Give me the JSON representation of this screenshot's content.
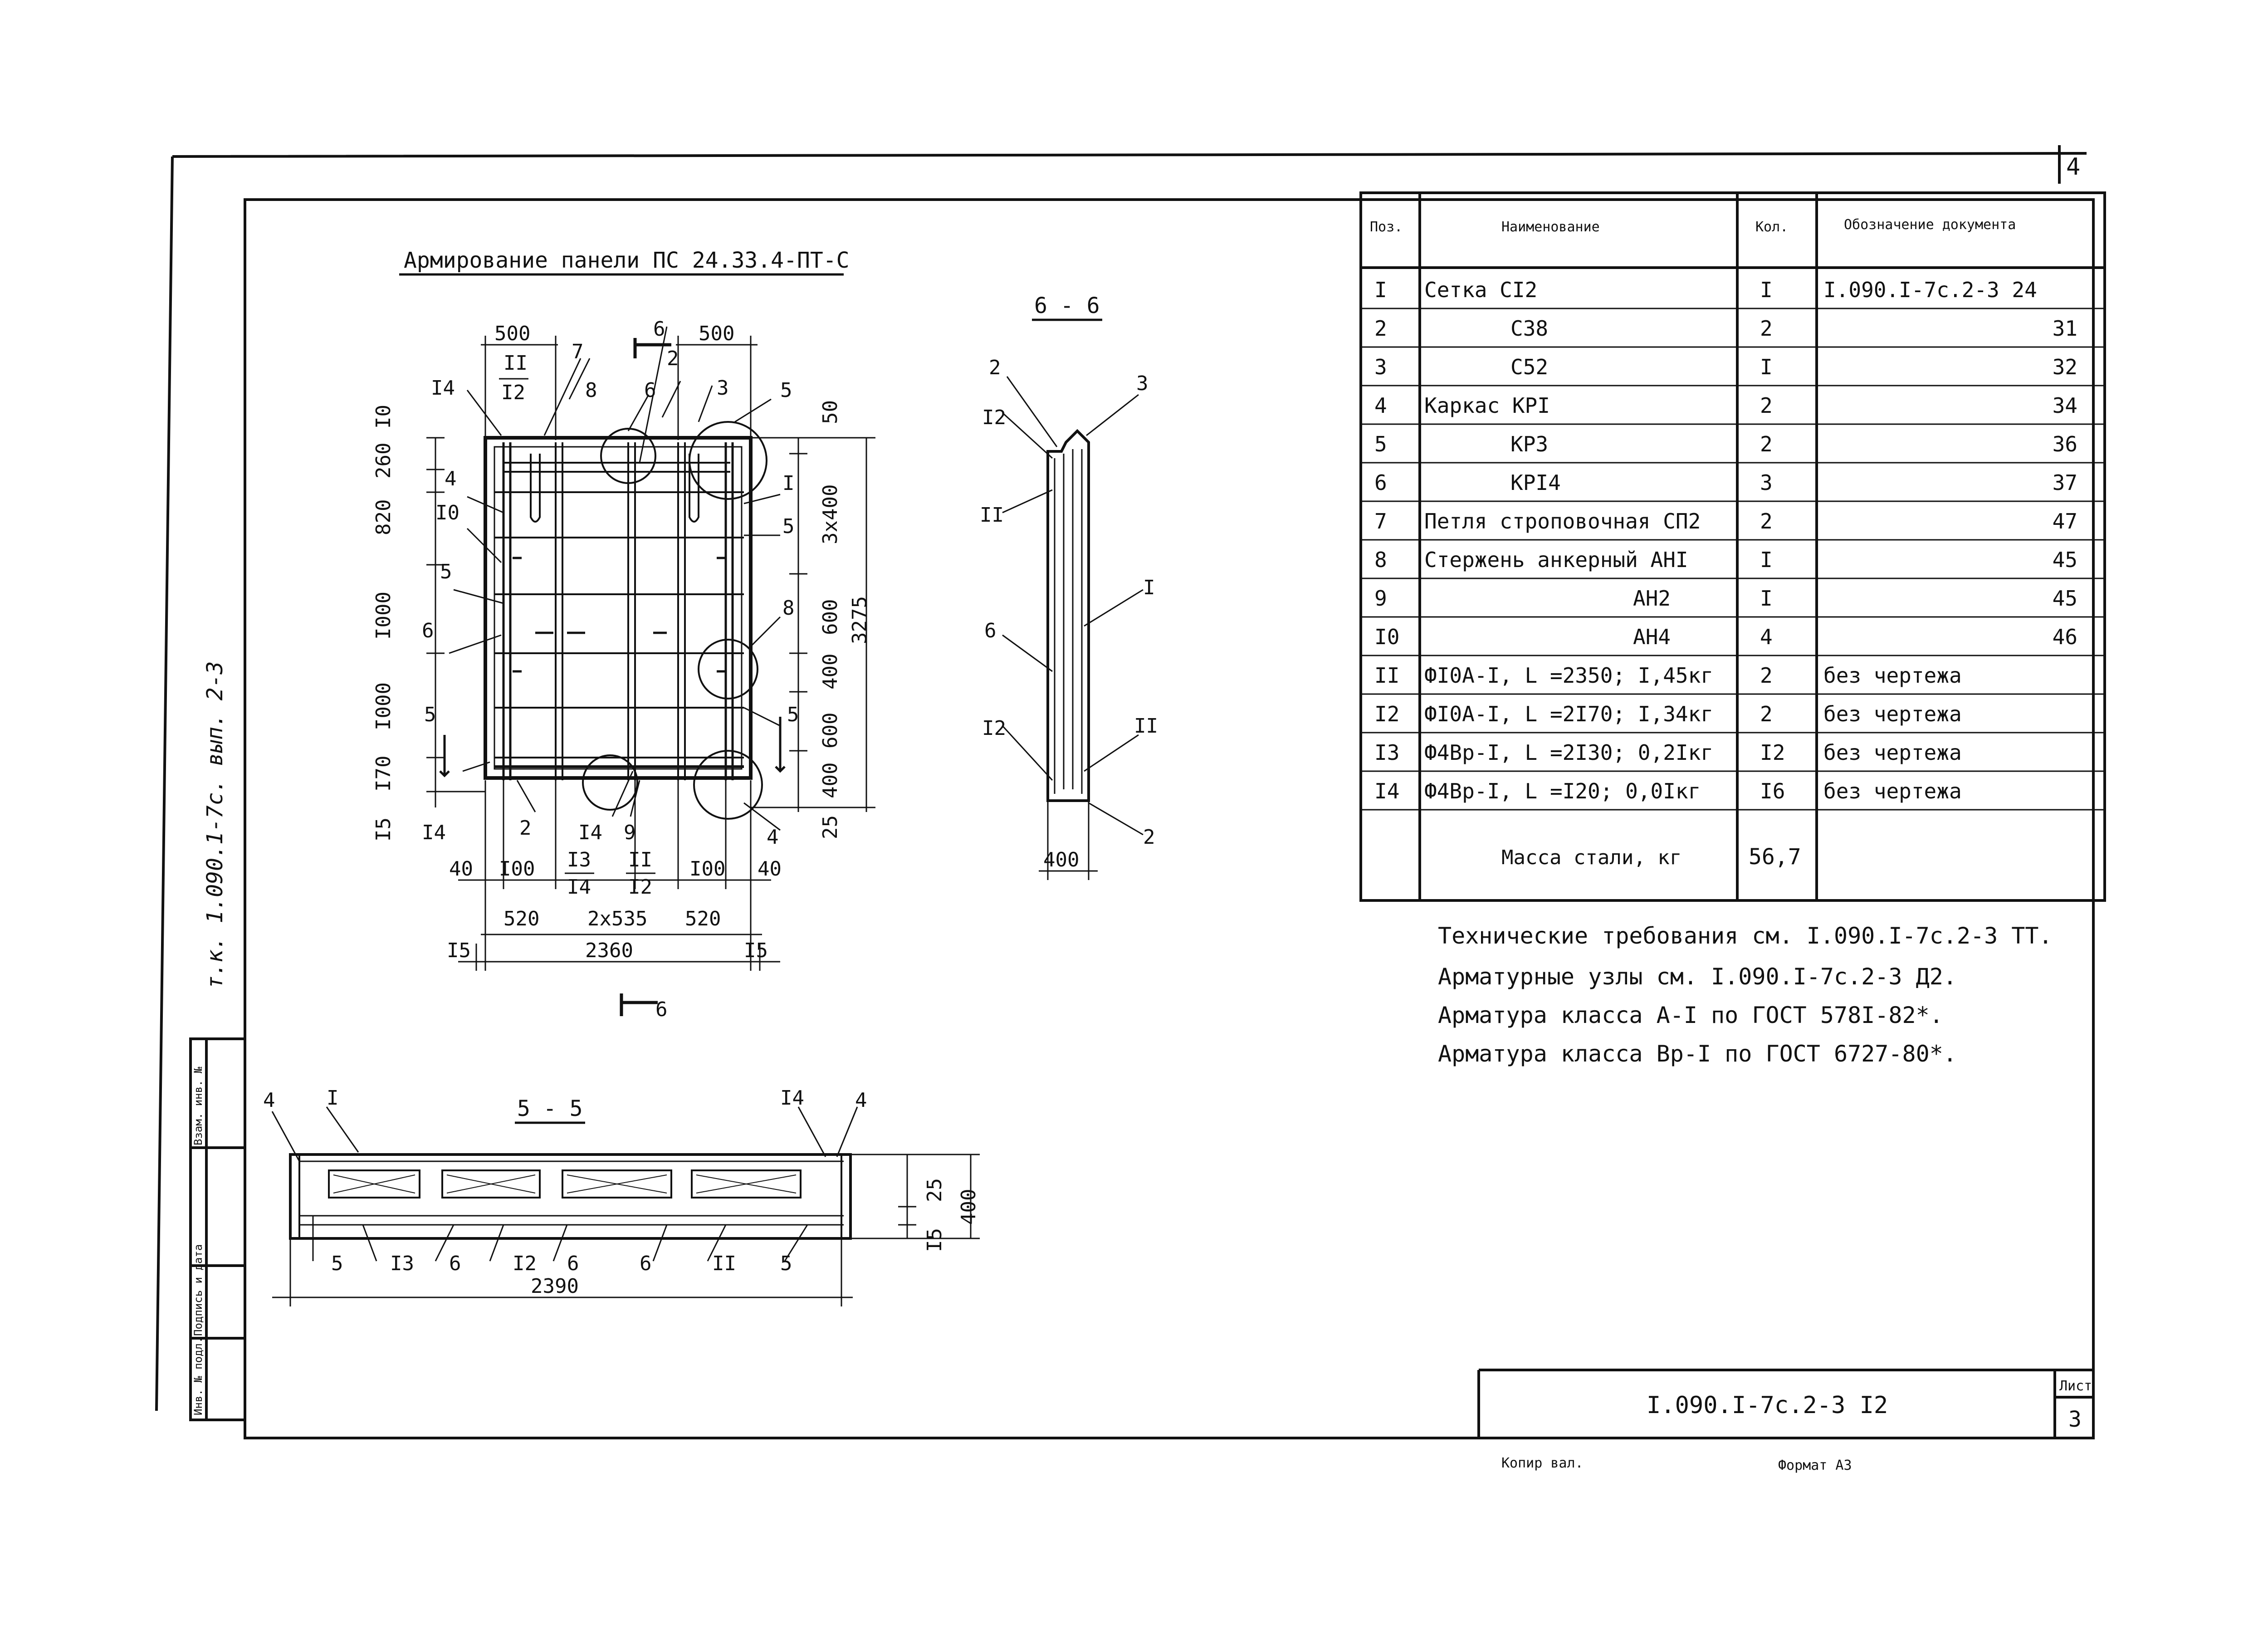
{
  "sheet_number_corner": "4",
  "drawing_title": "Армирование панели ПС 24.33.4-ПТ-С",
  "section_66": "6 - 6",
  "section_55": "5 - 5",
  "side_stamp": "т.к. 1.090.1-7с. вып. 2-3",
  "side_fields": [
    "Инв. № подл.",
    "Подпись и дата",
    "Взам. инв. №"
  ],
  "spec_table": {
    "headers": [
      "Поз.",
      "Наименование",
      "Кол.",
      "Обозначение документа"
    ],
    "rows": [
      [
        "I",
        "Сетка CI2",
        "I",
        "I.090.I-7с.2-3 24"
      ],
      [
        "2",
        "С38",
        "2",
        "31"
      ],
      [
        "3",
        "С52",
        "I",
        "32"
      ],
      [
        "4",
        "Каркас КРI",
        "2",
        "34"
      ],
      [
        "5",
        "КР3",
        "2",
        "36"
      ],
      [
        "6",
        "КРI4",
        "3",
        "37"
      ],
      [
        "7",
        "Петля строповочная СП2",
        "2",
        "47"
      ],
      [
        "8",
        "Стержень анкерный АНI",
        "I",
        "45"
      ],
      [
        "9",
        "АН2",
        "I",
        "45"
      ],
      [
        "I0",
        "АН4",
        "4",
        "46"
      ],
      [
        "II",
        "ФI0А-I, L =2350; I,45кг",
        "2",
        "без чертежа"
      ],
      [
        "I2",
        "ФI0А-I, L =2I70; I,34кг",
        "2",
        "без чертежа"
      ],
      [
        "I3",
        "Ф4Вр-I, L =2I30; 0,2Iкг",
        "I2",
        "без чертежа"
      ],
      [
        "I4",
        "Ф4Вр-I, L =I20; 0,0Iкг",
        "I6",
        "без чертежа"
      ]
    ],
    "mass_label": "Масса стали, кг",
    "mass_value": "56,7"
  },
  "notes": [
    "Технические требования см. I.090.I-7с.2-3 ТТ.",
    "Арматурные узлы см. I.090.I-7с.2-3 Д2.",
    "Арматура класса А-I по ГОСТ 578I-82*.",
    "Арматура класса Вр-I по ГОСТ 6727-80*."
  ],
  "title_block": {
    "doc_code": "I.090.I-7с.2-3 I2",
    "sheet_label": "Лист",
    "sheet_no": "3"
  },
  "footer": {
    "copied": "Копир вал.",
    "format": "Формат А3"
  },
  "plan_dims": {
    "top": [
      "500",
      "500"
    ],
    "top_labels": [
      "II",
      "I2",
      "7",
      "6",
      "2",
      "3",
      "8",
      "6",
      "I4",
      "5"
    ],
    "left": [
      "I0",
      "260",
      "820",
      "I000",
      "I000",
      "I70",
      "I5"
    ],
    "right": [
      "50",
      "3х400",
      "600",
      "400",
      "600",
      "400",
      "25"
    ],
    "right_total": "3275",
    "left_labels": [
      "4",
      "I0",
      "5",
      "6",
      "5",
      "I4"
    ],
    "right_labels": [
      "I",
      "5",
      "8",
      "5",
      "4"
    ],
    "bottom_small": [
      "40",
      "I00",
      "I3",
      "I4",
      "II",
      "I2",
      "I00",
      "40"
    ],
    "bottom_bar_labels": [
      "2",
      "I4",
      "9"
    ],
    "bottom_mid": [
      "520",
      "2х535",
      "520"
    ],
    "bottom_total": "2360",
    "bottom_edge": [
      "I5",
      "I5"
    ],
    "cut_mark": "6"
  },
  "sec66_labels": [
    "2",
    "3",
    "I2",
    "II",
    "I",
    "6",
    "I2",
    "II",
    "2"
  ],
  "sec66_width": "400",
  "sec55_labels": [
    "4",
    "I",
    "I4",
    "4",
    "5",
    "I3",
    "6",
    "I2",
    "6",
    "6",
    "II",
    "5"
  ],
  "sec55_dims": [
    "I5",
    "25",
    "400",
    "2390"
  ]
}
